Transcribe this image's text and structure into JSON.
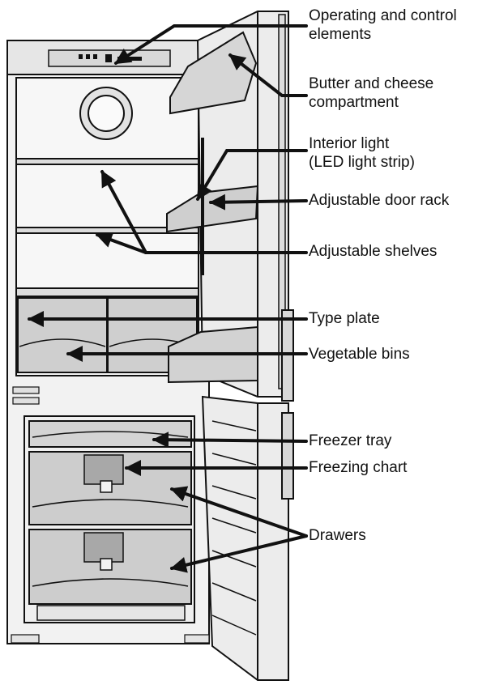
{
  "callouts": [
    {
      "id": "operating",
      "lines": [
        "Operating and control",
        "elements"
      ]
    },
    {
      "id": "butter",
      "lines": [
        "Butter and cheese",
        "compartment"
      ]
    },
    {
      "id": "light",
      "lines": [
        "Interior light",
        "(LED light strip)"
      ]
    },
    {
      "id": "door_rack",
      "lines": [
        "Adjustable door rack"
      ]
    },
    {
      "id": "shelves",
      "lines": [
        "Adjustable shelves"
      ]
    },
    {
      "id": "type_plate",
      "lines": [
        "Type plate"
      ]
    },
    {
      "id": "veg_bins",
      "lines": [
        "Vegetable bins"
      ]
    },
    {
      "id": "freezer_tray",
      "lines": [
        "Freezer tray"
      ]
    },
    {
      "id": "freezing_chart",
      "lines": [
        "Freezing chart"
      ]
    },
    {
      "id": "drawers",
      "lines": [
        "Drawers"
      ]
    }
  ],
  "colors": {
    "body": "#f0f0f0",
    "shade": "#cfcfcf",
    "dark": "#9a9a9a",
    "line": "#111111"
  }
}
